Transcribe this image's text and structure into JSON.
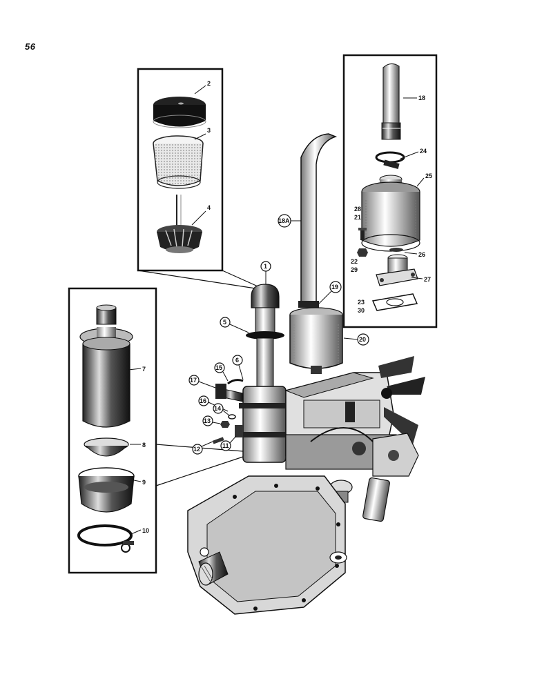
{
  "page_number": "56",
  "colors": {
    "ink": "#111111",
    "paper": "#ffffff",
    "shade": "#555555",
    "light": "#cfcfcf"
  },
  "callouts": {
    "c1": "1",
    "c2": "2",
    "c3": "3",
    "c4": "4",
    "c5": "5",
    "c6": "6",
    "c7": "7",
    "c8": "8",
    "c9": "9",
    "c10": "10",
    "c11": "11",
    "c12": "12",
    "c13": "13",
    "c14": "14",
    "c15": "15",
    "c16": "16",
    "c17": "17",
    "c18": "18",
    "c18a": "18A",
    "c19": "19",
    "c20": "20",
    "c21": "21",
    "c22": "22",
    "c23": "23",
    "c24": "24",
    "c25": "25",
    "c26": "26",
    "c27": "27",
    "c28": "28",
    "c29": "29",
    "c30": "30"
  }
}
